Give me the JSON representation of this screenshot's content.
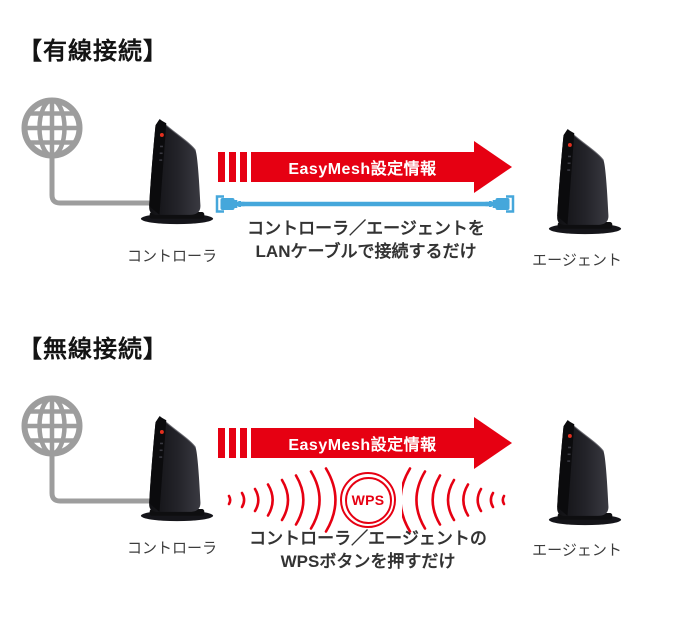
{
  "colors": {
    "accent_red": "#E60012",
    "cable_blue": "#45A7DB",
    "globe_gray": "#9D9D9D",
    "title_text": "#141414",
    "body_text": "#333333"
  },
  "wired": {
    "title": "【有線接続】",
    "arrow_label": "EasyMesh設定情報",
    "description_line1": "コントローラ／エージェントを",
    "description_line2": "LANケーブルで接続するだけ",
    "controller_label": "コントローラ",
    "agent_label": "エージェント"
  },
  "wireless": {
    "title": "【無線接続】",
    "arrow_label": "EasyMesh設定情報",
    "wps_label": "WPS",
    "description_line1": "コントローラ／エージェントの",
    "description_line2": "WPSボタンを押すだけ",
    "controller_label": "コントローラ",
    "agent_label": "エージェント"
  }
}
